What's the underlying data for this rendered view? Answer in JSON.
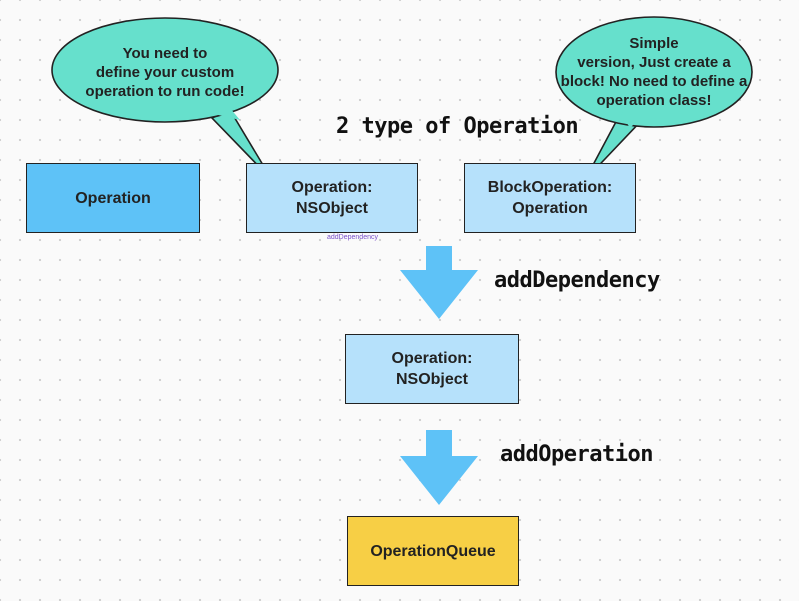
{
  "boxes": {
    "operation": "Operation",
    "operation_nsobject": "Operation:\nNSObject",
    "block_operation": "BlockOperation:\nOperation",
    "operation_nsobject_2": "Operation:\nNSObject",
    "operation_queue": "OperationQueue"
  },
  "labels": {
    "heading": "2 type of Operation",
    "add_dependency": "addDependency",
    "add_operation": "addOperation",
    "tiny_note": "addDependency"
  },
  "bubbles": {
    "left": "You need to\ndefine your custom\noperation to run code!",
    "right": "Simple\nversion, Just create a\nblock! No need to define a\noperation class!"
  },
  "colors": {
    "bubble": "#66e0cc",
    "arrow": "#5ec2f7",
    "box_dark": "#5ec2f7",
    "box_light": "#b6e1fb",
    "box_yellow": "#f7cf45"
  }
}
